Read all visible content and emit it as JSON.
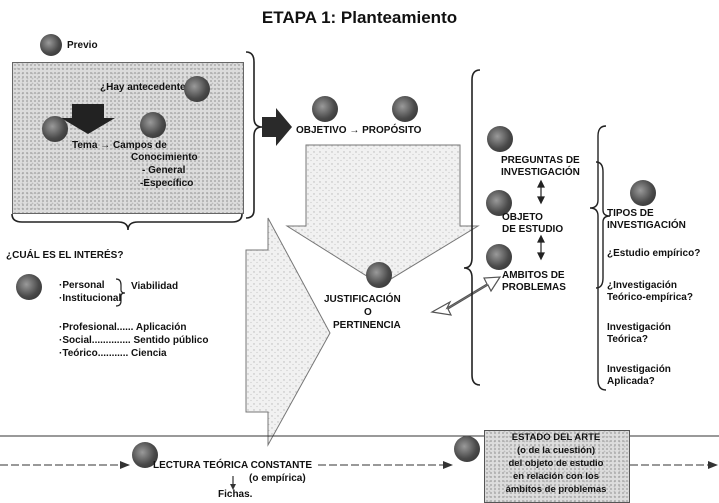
{
  "title": "ETAPA 1: Planteamiento",
  "previo": "Previo",
  "box": {
    "antecedentes": "¿Hay antecedentes?",
    "tema": "Tema → Campos de",
    "conocimiento": "Conocimiento",
    "general": "- General",
    "especifico": "-Específico"
  },
  "center": {
    "objetivo": "OBJETIVO → PROPÓSITO",
    "justificacion": "JUSTIFICACIÓN",
    "o": "O",
    "pertinencia": "PERTINENCIA"
  },
  "right": {
    "preguntas_1": "PREGUNTAS DE",
    "preguntas_2": "INVESTIGACIÓN",
    "objeto_1": "OBJETO",
    "objeto_2": "DE ESTUDIO",
    "ambitos_1": "AMBITOS DE",
    "ambitos_2": "PROBLEMAS"
  },
  "tipos": {
    "title_1": "TIPOS DE",
    "title_2": "INVESTIGACIÓN",
    "estudio": "¿Estudio empírico?",
    "teorico_1": "¿Investigación",
    "teorico_2": "Teórico-empírica?",
    "teorica_1": "Investigación",
    "teorica_2": "Teórica?",
    "aplicada_1": "Investigación",
    "aplicada_2": "Aplicada?"
  },
  "interes": {
    "title": "¿CUÁL ES EL INTERÉS?",
    "personal": "·Personal",
    "institucional": "·Institucional",
    "viabilidad": "Viabilidad",
    "profesional": "·Profesional...... Aplicación",
    "social": "·Social.............. Sentido público",
    "teorico": "·Teórico........... Ciencia"
  },
  "bottom": {
    "lectura": "LECTURA TEÓRICA CONSTANTE",
    "empirica": "(o empírica)",
    "fichas": "Fichas.",
    "estado_1": "ESTADO DEL ARTE",
    "estado_2": "(o de la cuestión)",
    "estado_3": "del objeto de estudio",
    "estado_4": "en relación con los",
    "estado_5": "ámbitos de problemas"
  }
}
